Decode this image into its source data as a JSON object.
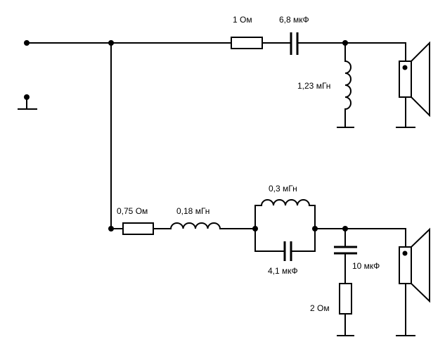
{
  "diagram": {
    "type": "loudspeaker-crossover-schematic",
    "colors": {
      "line": "#000000",
      "background": "#ffffff"
    },
    "inputs": [
      {
        "name": "input-signal-terminal",
        "symbol": "terminal-dot"
      },
      {
        "name": "input-ground-terminal",
        "symbol": "ground"
      }
    ],
    "tweeter_branch": {
      "components": [
        {
          "id": "R1",
          "kind": "resistor",
          "value": "1 Ом",
          "connection": "series"
        },
        {
          "id": "C1",
          "kind": "capacitor",
          "value": "6,8 мкФ",
          "connection": "series"
        },
        {
          "id": "L1",
          "kind": "inductor",
          "value": "1,23 мГн",
          "connection": "shunt-to-ground"
        }
      ],
      "load": {
        "id": "SP1",
        "kind": "speaker"
      }
    },
    "woofer_branch": {
      "components": [
        {
          "id": "R2",
          "kind": "resistor",
          "value": "0,75 Ом",
          "connection": "series"
        },
        {
          "id": "L2",
          "kind": "inductor",
          "value": "0,18 мГн",
          "connection": "series"
        },
        {
          "id": "L3",
          "kind": "inductor",
          "value": "0,3 мГн",
          "connection": "parallel-with-C2"
        },
        {
          "id": "C2",
          "kind": "capacitor",
          "value": "4,1 мкФ",
          "connection": "parallel-with-L3"
        },
        {
          "id": "C3",
          "kind": "capacitor",
          "value": "10 мкФ",
          "connection": "shunt-series-with-R3"
        },
        {
          "id": "R3",
          "kind": "resistor",
          "value": "2 Ом",
          "connection": "shunt-series-with-C3"
        }
      ],
      "load": {
        "id": "SP2",
        "kind": "speaker"
      }
    },
    "labels": {
      "r1": "1 Ом",
      "c1": "6,8 мкФ",
      "l1": "1,23 мГн",
      "r2": "0,75 Ом",
      "l2": "0,18 мГн",
      "l3": "0,3 мГн",
      "c2": "4,1 мкФ",
      "c3": "10 мкФ",
      "r3": "2 Ом"
    }
  }
}
